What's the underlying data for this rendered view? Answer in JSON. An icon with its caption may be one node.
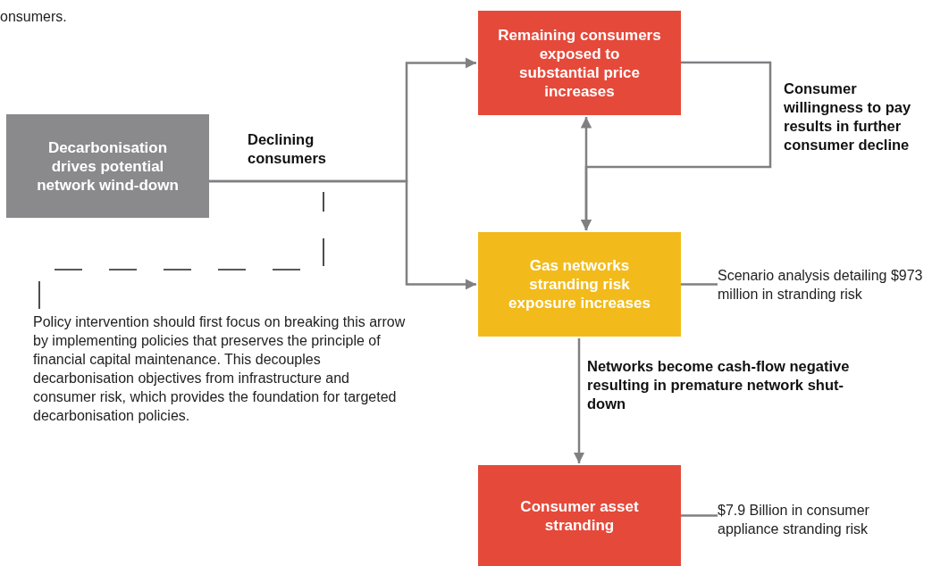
{
  "diagram": {
    "nodes": [
      {
        "text": [
          "Decarbonisation drives potential network wind-down"
        ]
      },
      {
        "text": [
          "Remaining consumers exposed to substantial price increases"
        ]
      },
      {
        "text": [
          "Gas networks stranding risk exposure increases"
        ]
      },
      {
        "text": [
          "Scenario analysis detailing $973 million in stranding risk"
        ]
      },
      {
        "text": [
          "Policy intervention should first focus on breaking this arrow by implementing policies that preserves the principle of financial capital maintenance. This decouples decarbonisation objectives from infrastructure and consumer risk, which provides the foundation for targeted decarbonisation policies."
        ]
      },
      {
        "text": [
          "Consumer asset stranding"
        ]
      },
      {
        "text": [
          "$7.9 Billion in consumer appliance stranding risk"
        ]
      }
    ],
    "edges": [
      {
        "from": 0,
        "to": 1,
        "arrow": "to",
        "label": "Declining consumers"
      },
      {
        "from": 0,
        "to": 2,
        "arrow": "to"
      },
      {
        "from": 1,
        "to": 2,
        "arrow": "both"
      },
      {
        "from": 1,
        "to": 2,
        "arrow": "to",
        "label": "Consumer willingness to pay results in further consumer decline"
      },
      {
        "from": 2,
        "to": 5,
        "arrow": "to",
        "label": "Networks become cash-flow negative resulting in premature network shut-down"
      },
      {
        "from": 4,
        "to": null,
        "arrow": "none",
        "style": "dashed",
        "color": "#222222"
      },
      {
        "from": 3,
        "to": 2,
        "arrow": "none"
      },
      {
        "from": 6,
        "to": 5,
        "arrow": "none"
      }
    ],
    "labels": [
      "onsumers."
    ]
  }
}
